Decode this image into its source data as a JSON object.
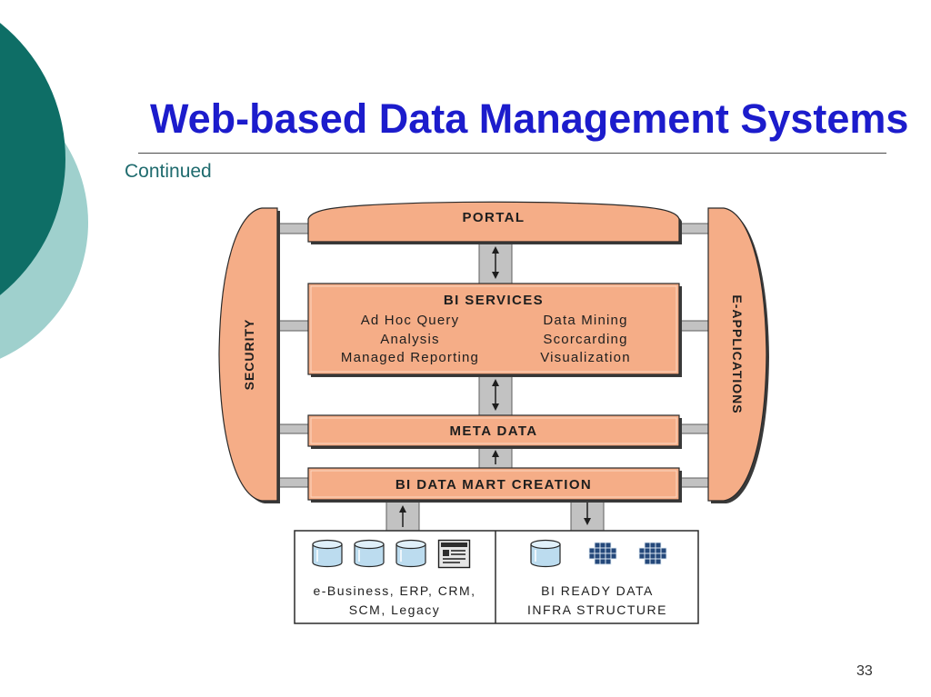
{
  "slide": {
    "title": "Web-based Data Management Systems",
    "subtitle": "Continued",
    "page_number": "33"
  },
  "diagram": {
    "left_pillar": "SECURITY",
    "right_pillar": "E-APPLICATIONS",
    "portal": "PORTAL",
    "bi_services": {
      "title": "BI SERVICES",
      "left_items": [
        "Ad Hoc Query",
        "Analysis",
        "Managed Reporting"
      ],
      "right_items": [
        "Data Mining",
        "Scorcarding",
        "Visualization"
      ]
    },
    "meta_data": "META DATA",
    "bi_data_mart": "BI DATA MART CREATION",
    "sources": {
      "operational": {
        "lines": [
          "e-Business, ERP, CRM,",
          "SCM, Legacy"
        ],
        "icons": [
          "database-icon",
          "database-icon",
          "database-icon",
          "document-icon"
        ]
      },
      "bi_ready": {
        "lines": [
          "BI READY DATA",
          "INFRA STRUCTURE"
        ],
        "icons": [
          "database-icon",
          "data-cube-icon",
          "data-cube-icon"
        ]
      }
    },
    "flows": {
      "portal_to_bi_services": "arrow-up-down-icon",
      "bi_services_to_meta_data": "arrow-up-down-icon",
      "bi_data_mart_to_meta_data": "arrow-up-icon",
      "operational_to_bi_data_mart": "arrow-up-icon",
      "bi_data_mart_to_bi_ready": "arrow-down-icon"
    }
  },
  "theme": {
    "colors": {
      "title": "#1c1ccc",
      "subtitle": "#1f6b6e",
      "decor_dark": "#0e6e66",
      "decor_light": "#9fd0cd",
      "layer_fill": "#f5ad87",
      "connector_fill": "#c2c2c2",
      "database_fill": "#bcdcef"
    }
  }
}
